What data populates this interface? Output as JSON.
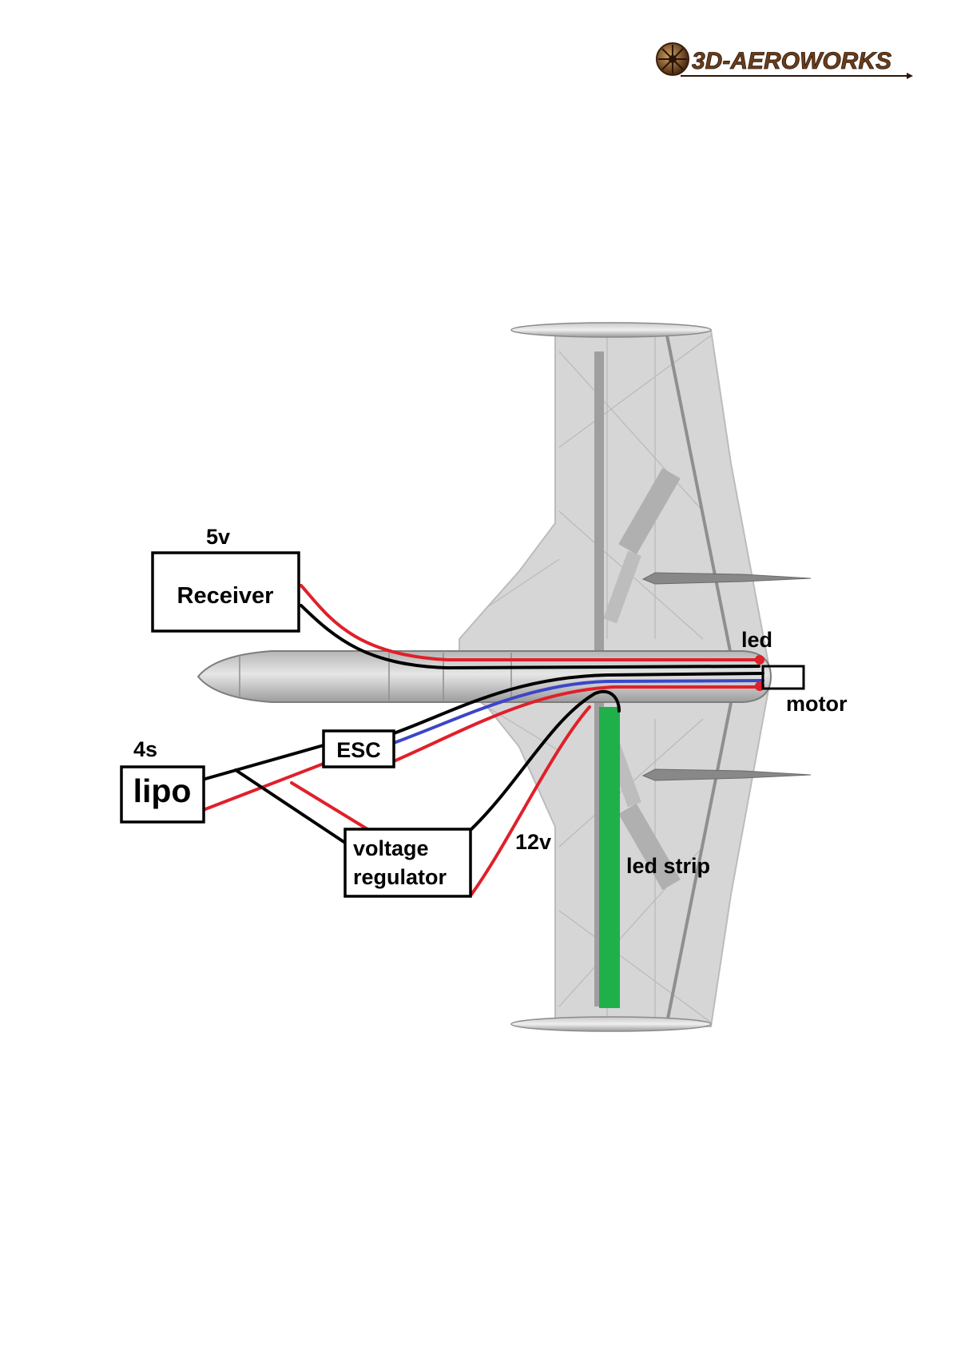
{
  "logo": {
    "text": "3D-AEROWORKS"
  },
  "components": {
    "receiver": "Receiver",
    "receiver_voltage": "5v",
    "lipo": "lipo",
    "lipo_cells": "4s",
    "esc": "ESC",
    "regulator_line1": "voltage",
    "regulator_line2": "regulator",
    "regulator_voltage": "12v",
    "led": "led",
    "motor": "motor",
    "led_strip": "led strip"
  },
  "colors": {
    "positive_wire": "#e0202a",
    "negative_wire": "#000000",
    "signal_wire": "#3c46c8",
    "led_strip": "#1fb04a",
    "airframe": "#d4d4d4"
  }
}
